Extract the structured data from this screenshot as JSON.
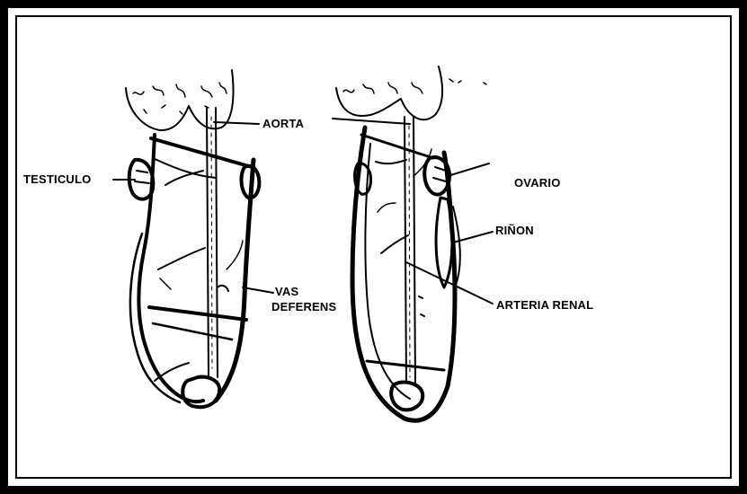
{
  "labels": {
    "aorta": "AORTA",
    "testiculo": "TESTICULO",
    "vas_deferens_1": "VAS",
    "vas_deferens_2": "DEFERENS",
    "ovario": "OVARIO",
    "rinon": "RIÑON",
    "arteria_renal": "ARTERIA RENAL"
  },
  "colors": {
    "ink": "#000000",
    "background": "#ffffff"
  }
}
